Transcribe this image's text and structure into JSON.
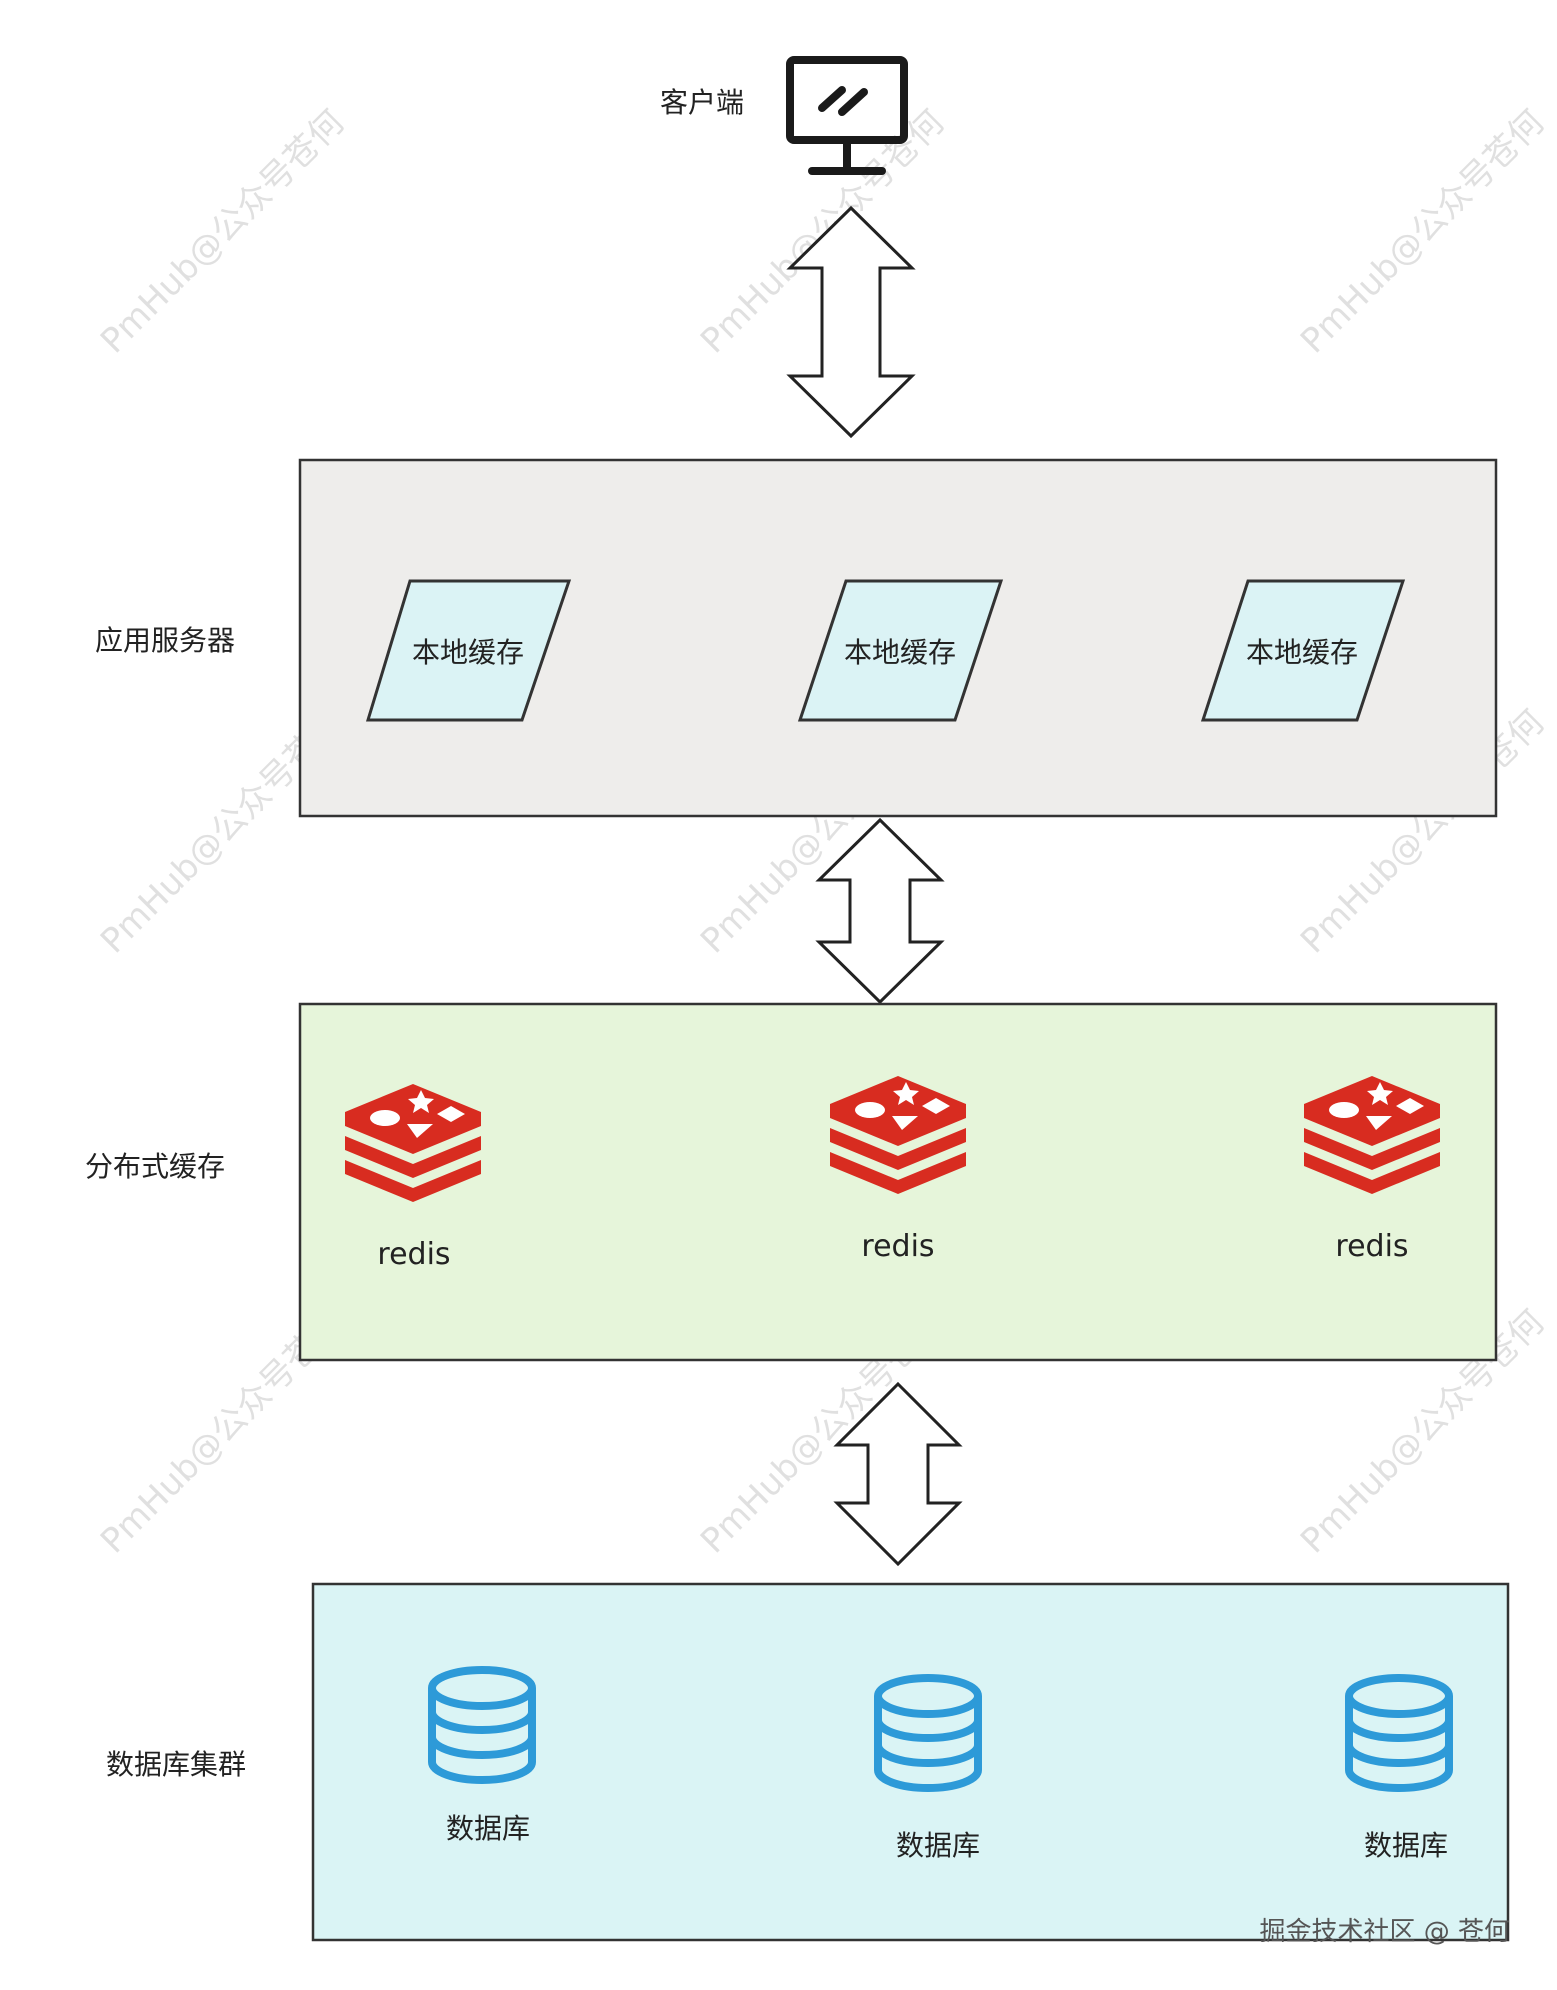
{
  "client": {
    "label": "客户端",
    "icon": "monitor-icon"
  },
  "layers": [
    {
      "id": "app",
      "label": "应用服务器",
      "fill": "#eeedeb",
      "nodes": [
        {
          "label": "本地缓存",
          "icon": "parallelogram"
        },
        {
          "label": "本地缓存",
          "icon": "parallelogram"
        },
        {
          "label": "本地缓存",
          "icon": "parallelogram"
        }
      ],
      "node_fill": "#dbf3f5"
    },
    {
      "id": "cache",
      "label": "分布式缓存",
      "fill": "#e6f5da",
      "nodes": [
        {
          "label": "redis",
          "icon": "redis-icon"
        },
        {
          "label": "redis",
          "icon": "redis-icon"
        },
        {
          "label": "redis",
          "icon": "redis-icon"
        }
      ],
      "icon_color": "#d82c20"
    },
    {
      "id": "db",
      "label": "数据库集群",
      "fill": "#daf4f5",
      "nodes": [
        {
          "label": "数据库",
          "icon": "database-icon"
        },
        {
          "label": "数据库",
          "icon": "database-icon"
        },
        {
          "label": "数据库",
          "icon": "database-icon"
        }
      ],
      "icon_color": "#2d9ad8"
    }
  ],
  "connectors": [
    {
      "icon": "double-arrow-icon",
      "from": "client",
      "to": "app"
    },
    {
      "icon": "double-arrow-icon",
      "from": "app",
      "to": "cache"
    },
    {
      "icon": "double-arrow-icon",
      "from": "cache",
      "to": "db"
    }
  ],
  "watermark": "PmHub@公众号苍何",
  "credit": "掘金技术社区 @ 苍何"
}
